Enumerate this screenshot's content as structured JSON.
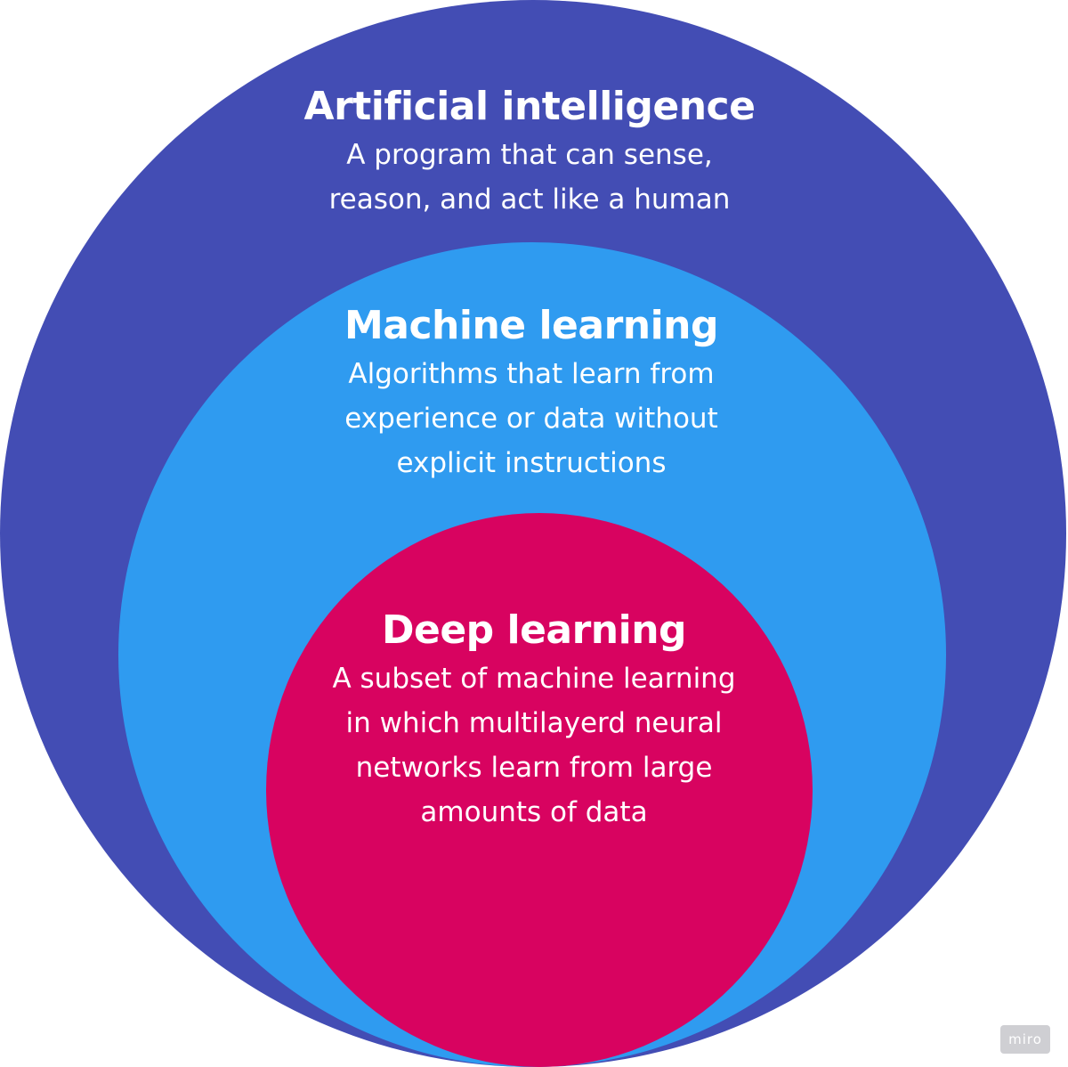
{
  "colors": {
    "ai_fill": "#434db4",
    "ml_fill": "#2f9bf0",
    "dl_fill": "#d80360",
    "text": "#ffffff",
    "watermark_bg": "#cfcfd3"
  },
  "artificial_intelligence": {
    "title": "Artificial intelligence",
    "description_lines": [
      "A program that can sense,",
      "reason, and act like a human"
    ]
  },
  "machine_learning": {
    "title": "Machine learning",
    "description_lines": [
      "Algorithms that learn from",
      "experience or data without",
      "explicit instructions"
    ]
  },
  "deep_learning": {
    "title": "Deep learning",
    "description_lines": [
      "A subset of machine learning",
      "in which multilayerd neural",
      "networks learn from large",
      "amounts of data"
    ]
  },
  "watermark": {
    "text": "miro"
  }
}
